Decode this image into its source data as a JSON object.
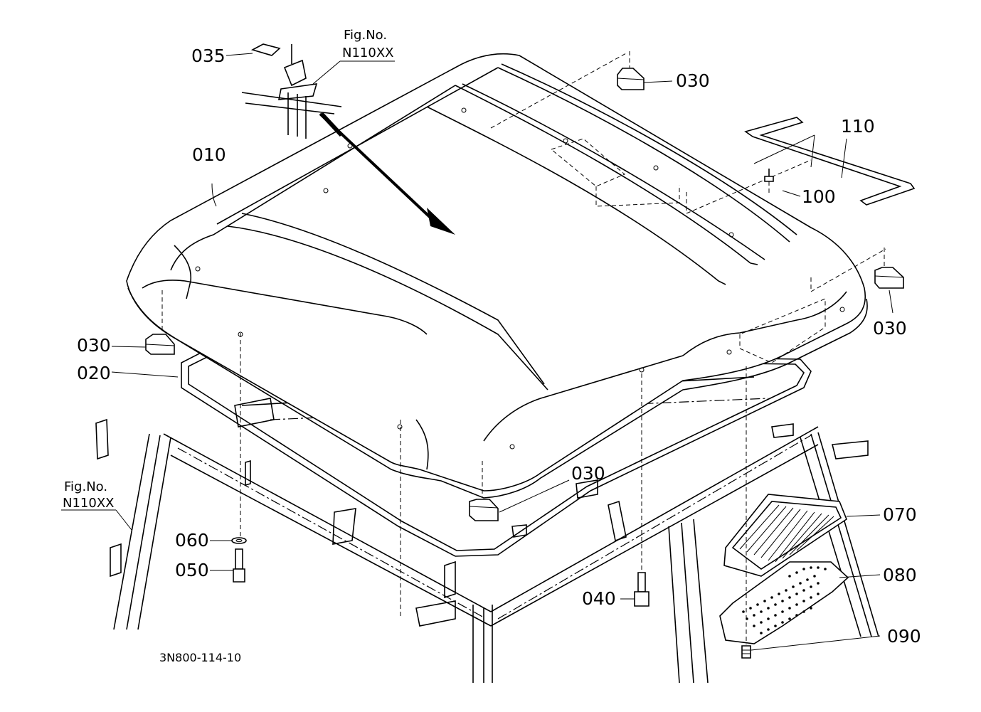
{
  "labels": {
    "p010": "010",
    "p020": "020",
    "p030": "030",
    "p035": "035",
    "p040": "040",
    "p050": "050",
    "p060": "060",
    "p070": "070",
    "p080": "080",
    "p090": "090",
    "p100": "100",
    "p110": "110"
  },
  "refs": {
    "fig_no": "Fig.No.",
    "fig_code": "N110XX"
  },
  "drawing_code": "3N800-114-10",
  "colors": {
    "line": "#000000",
    "background": "#ffffff"
  }
}
